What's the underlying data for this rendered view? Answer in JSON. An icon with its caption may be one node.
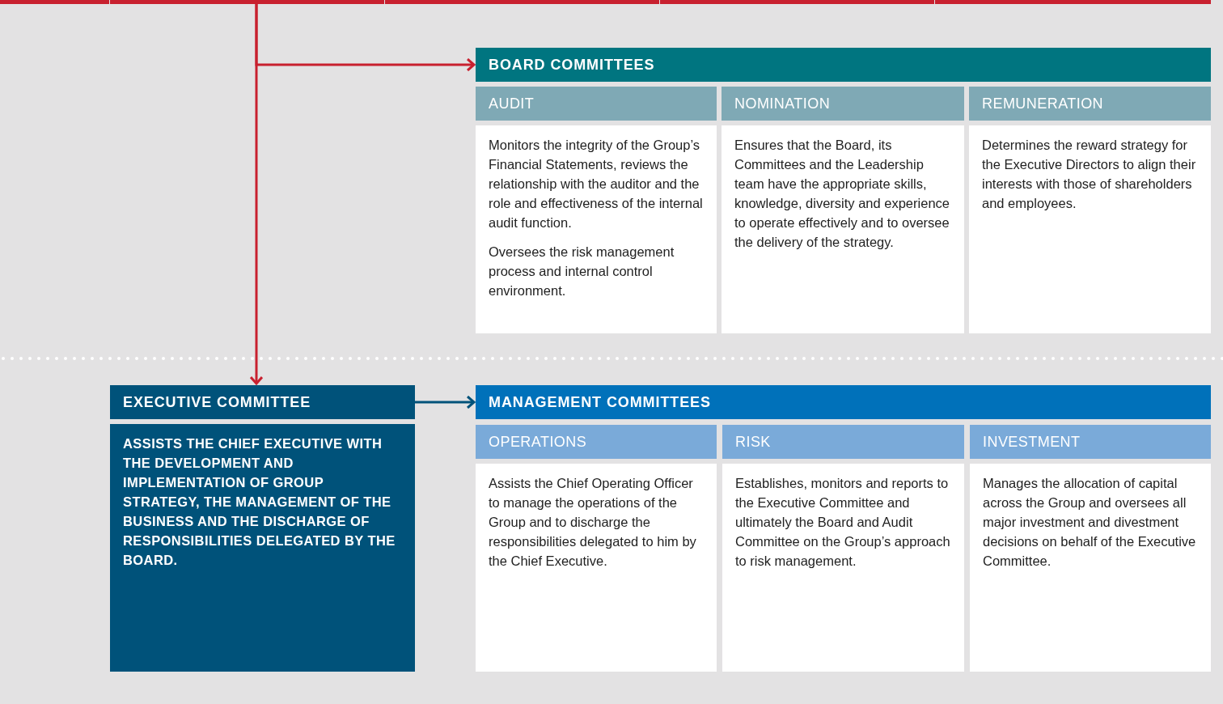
{
  "diagram": {
    "nodes": [
      {
        "text": [
          "BOARD COMMITTEES"
        ]
      },
      {
        "text": [
          "AUDIT",
          "Monitors the integrity of the Group’s Financial Statements, reviews the relationship with the auditor and the role and effectiveness of the internal audit function.",
          "Oversees the risk management process and internal control environment."
        ]
      },
      {
        "text": [
          "NOMINATION",
          "Ensures that the Board, its Committees and the Leadership team have the appropriate skills, knowledge, diversity and experience to operate effectively and to oversee the delivery of the strategy."
        ]
      },
      {
        "text": [
          "REMUNERATION",
          "Determines the reward strategy for the Executive Directors to align their interests with those of shareholders and employees."
        ]
      },
      {
        "text": [
          "EXECUTIVE COMMITTEE",
          "ASSISTS THE CHIEF EXECUTIVE WITH THE DEVELOPMENT AND IMPLEMENTATION OF GROUP STRATEGY, THE MANAGEMENT OF THE BUSINESS AND THE DISCHARGE OF RESPONSIBILITIES DELEGATED BY THE BOARD."
        ]
      },
      {
        "text": [
          "MANAGEMENT COMMITTEES"
        ]
      },
      {
        "text": [
          "OPERATIONS",
          "Assists the Chief Operating Officer to manage the operations of the Group and to discharge the responsibilities delegated to him by the Chief Executive."
        ]
      },
      {
        "text": [
          "RISK",
          "Establishes, monitors and reports to the Executive Committee and ultimately the Board and Audit Committee on the Group’s approach to risk management."
        ]
      },
      {
        "text": [
          "INVESTMENT",
          "Manages the allocation of capital across the Group and oversees all major investment and divestment decisions on behalf of the Executive Committee."
        ]
      }
    ],
    "edges": [
      {
        "from": null,
        "to": 0,
        "arrow": "to"
      },
      {
        "from": null,
        "to": 4,
        "arrow": "to"
      },
      {
        "from": 4,
        "to": 5,
        "arrow": "to",
        "color": "#00527a"
      }
    ]
  }
}
